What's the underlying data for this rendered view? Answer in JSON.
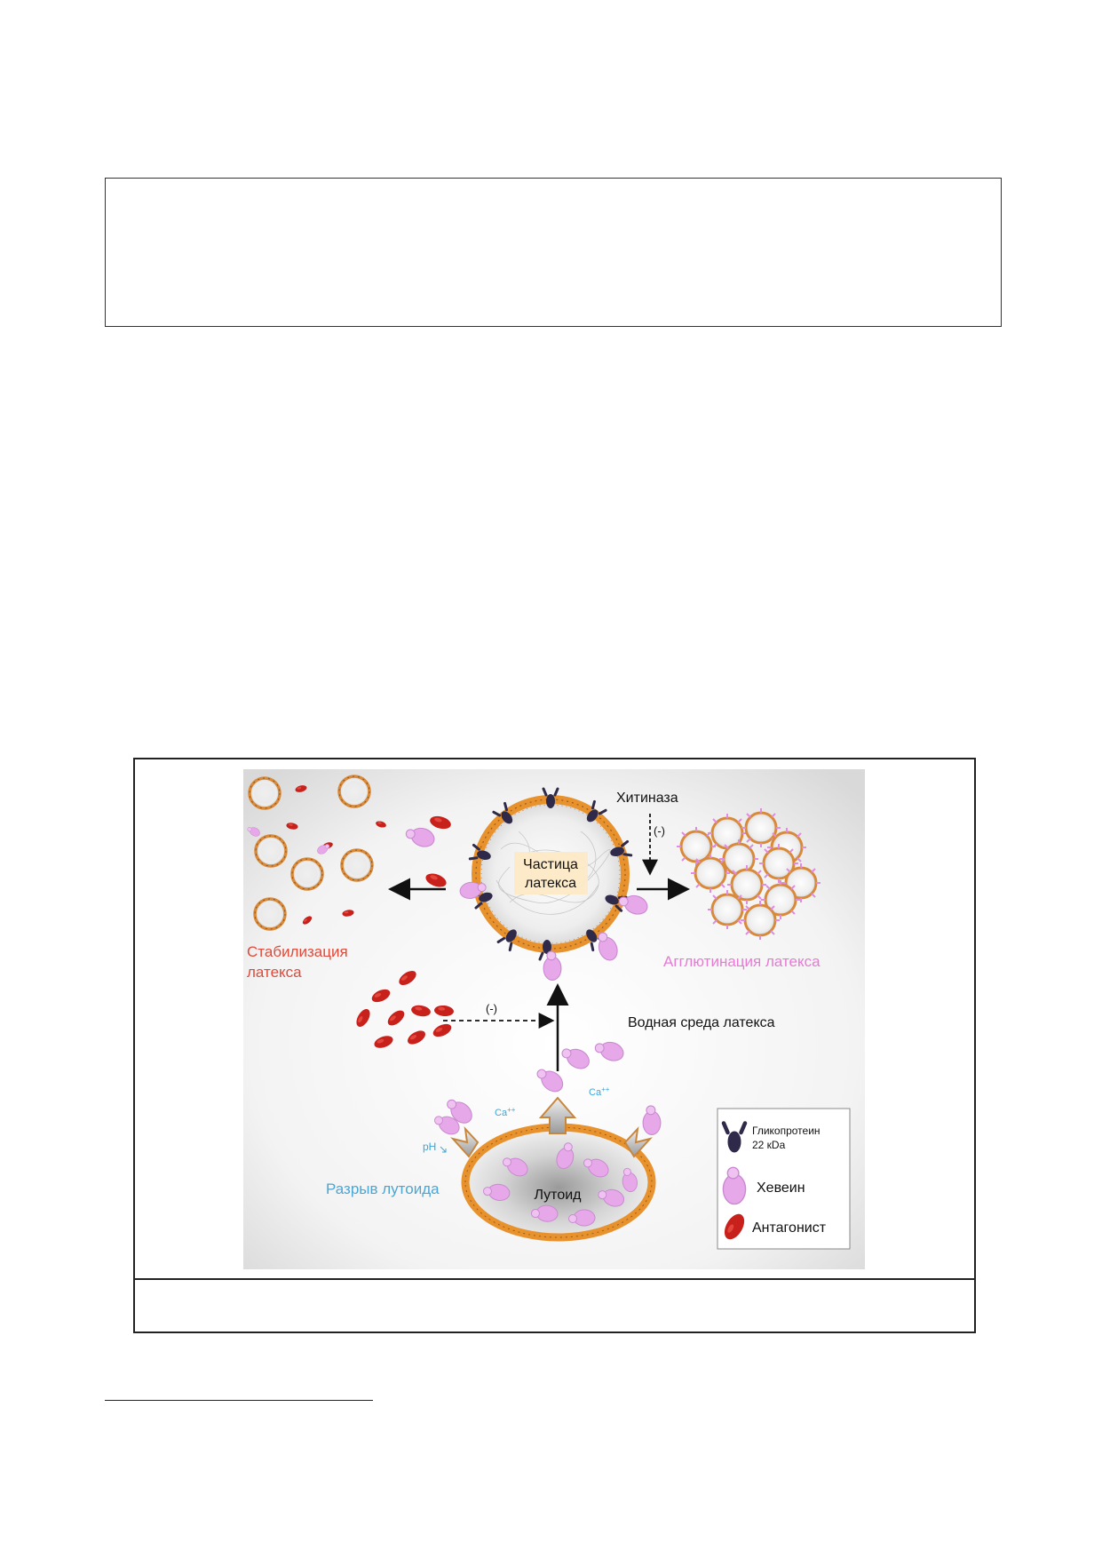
{
  "diagram": {
    "center_particle": {
      "line1": "Частица",
      "line2": "латекса"
    },
    "chitinase": "Хитиназа",
    "inhibit_mark": "(-)",
    "stabilization": {
      "line1": "Стабилизация",
      "line2": "латекса"
    },
    "agglutination": "Агглютинация латекса",
    "aqueous_medium": "Водная среда латекса",
    "lutoid": "Лутоид",
    "lutoid_rupture": "Разрыв лутоида",
    "ph": "pH",
    "calcium": "Ca",
    "calcium_sup": "++",
    "legend": {
      "glycoprotein_line1": "Гликопротеин",
      "glycoprotein_line2": "22 кDa",
      "hevein": "Хевеин",
      "antagonist": "Антагонист"
    },
    "colors": {
      "stabilization_text": "#e04a3a",
      "agglutination_text": "#e87ad6",
      "lutoid_text": "#4aa6d4",
      "calcium_text": "#3ba7db",
      "membrane": "#e8922e",
      "glycoprotein": "#2f2a4a",
      "hevein": "#e7a8ea",
      "antagonist": "#c8201a"
    }
  }
}
